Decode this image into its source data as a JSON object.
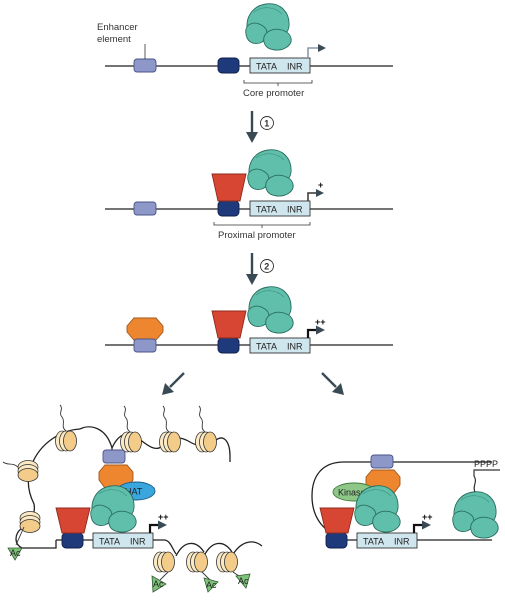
{
  "labels": {
    "enhancer_element": [
      "Enhancer",
      "element"
    ],
    "core_promoter": "Core promoter",
    "proximal_promoter": "Proximal promoter",
    "tata": "TATA",
    "inr": "INR",
    "step1": "1",
    "step2": "2",
    "plus1": "+",
    "plus2": "++",
    "hat": "HAT",
    "kinase": "Kinase",
    "ac": "Ac",
    "pppp": "PPPP"
  },
  "colors": {
    "pol_ii": "#5fbfaa",
    "enhancer_box": "#8d98c8",
    "proximal_box": "#1f3a7a",
    "activator_red": "#d64633",
    "activator_orange": "#ee8630",
    "hat": "#3aa6dd",
    "kinase": "#8ec788",
    "ac_tag": "#7fc27a",
    "nucleosome": "#f3cc8a"
  },
  "icons": [
    "rna-polymerase-ii-icon",
    "nucleosome-icon",
    "transcription-start-arrow-icon",
    "acetyl-tag-icon"
  ]
}
